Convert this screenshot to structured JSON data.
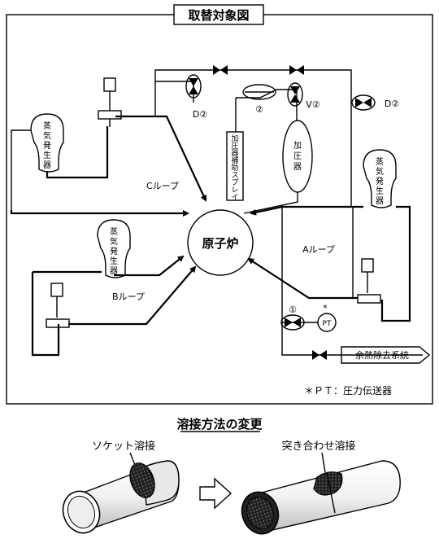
{
  "title": "取替対象図",
  "labels": {
    "reactor": "原子炉",
    "loop_a": "Aループ",
    "loop_b": "Bループ",
    "loop_c": "Cループ",
    "steam_gen": [
      "蒸",
      "気",
      "発",
      "生",
      "器"
    ],
    "pressurizer": [
      "加",
      "圧",
      "器"
    ],
    "spray": [
      "加",
      "圧",
      "器",
      "補",
      "助",
      "ス",
      "プ",
      "レ",
      "イ"
    ],
    "valve_d2": "D②",
    "valve_v2": "V②",
    "marker_2": "②",
    "marker_1": "①",
    "pt": "PT",
    "pt_star": "*",
    "residual_heat": "余熱除去系統",
    "legend": "＊ＰＴ：圧力伝送器"
  },
  "lower": {
    "heading": "溶接方法の変更",
    "socket": "ソケット溶接",
    "butt": "突き合わせ溶接"
  }
}
